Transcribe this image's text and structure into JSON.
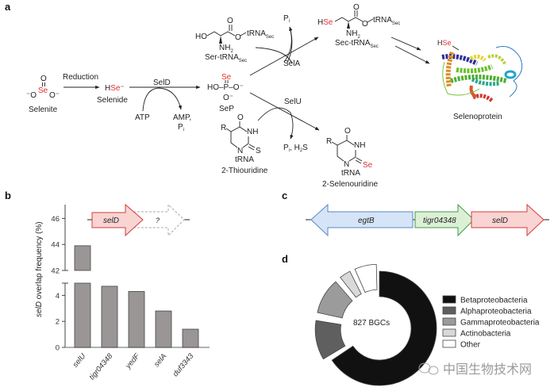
{
  "panels": {
    "a": "a",
    "b": "b",
    "c": "c",
    "d": "d"
  },
  "pathway": {
    "selenite": {
      "O_top": "O",
      "Se": "Se",
      "O_left": "⁻O",
      "O_right": "O⁻",
      "name": "Selenite"
    },
    "reduction": "Reduction",
    "selenide": {
      "H": "H",
      "Se": "Se",
      "charge": "⁻",
      "name": "Selenide"
    },
    "seld": "SelD",
    "atp": "ATP",
    "amp": "AMP,",
    "pi": "P",
    "pi_sub": "i",
    "sep": {
      "Se": "Se",
      "main": "HO–P–O⁻",
      "O_bottom": "O⁻",
      "name": "SeP"
    },
    "ser_trna": {
      "HO": "HO",
      "O": "O",
      "ester": "O",
      "trna": "tRNA",
      "sub": "Sec",
      "nh2": "NH",
      "nh2_sub": "2",
      "name": "Ser-tRNA",
      "name_sub": "Sec"
    },
    "sela": "SelA",
    "sela_pi": "P",
    "sela_pi_sub": "i",
    "sec_trna": {
      "H": "H",
      "Se": "Se",
      "O": "O",
      "ester": "O",
      "trna": "tRNA",
      "sub": "Sec",
      "nh2": "NH",
      "nh2_sub": "2",
      "name": "Sec-tRNA",
      "name_sub": "Sec"
    },
    "selu": "SelU",
    "selu_products": "P",
    "selu_products_sub": "i",
    "selu_products_rest": ", H",
    "selu_h2s_sub": "2",
    "selu_h2s_end": "S",
    "thiouridine": {
      "O": "O",
      "R": "R",
      "NH": "NH",
      "N": "N",
      "S": "S",
      "trna": "tRNA",
      "name": "2-Thiouridine"
    },
    "selenouridine": {
      "O": "O",
      "R": "R",
      "NH": "NH",
      "N": "N",
      "Se": "Se",
      "trna": "tRNA",
      "name": "2-Selenouridine"
    },
    "protein": {
      "H": "H",
      "Se": "Se",
      "name": "Selenoprotein"
    }
  },
  "gene_b": {
    "seld": "selD",
    "unknown": "?"
  },
  "chart_data": [
    {
      "type": "bar",
      "ylabel_italic": "selD",
      "ylabel_rest": " overlap frequency (%)",
      "categories": [
        "selU",
        "tigr04348",
        "yedF",
        "selA",
        "duf3343"
      ],
      "values": [
        43.9,
        4.7,
        4.3,
        2.8,
        1.4
      ],
      "axis_break": true,
      "ylim_lower": [
        0,
        5
      ],
      "ylim_upper": [
        42,
        47
      ],
      "yticks_lower": [
        "0",
        "2",
        "4"
      ],
      "yticks_upper": [
        "42",
        "44",
        "46"
      ],
      "bar_color": "#9a9696",
      "grid": false
    },
    {
      "type": "pie",
      "style": "donut",
      "center_label": "827 BGCs",
      "categories": [
        "Betaproteobacteria",
        "Alphaproteobacteria",
        "Gammaproteobacteria",
        "Actinobacteria",
        "Other"
      ],
      "values": [
        66,
        12,
        11,
        4,
        7
      ],
      "colors": [
        "#111111",
        "#5f5f5f",
        "#9b9b9b",
        "#d9d9d9",
        "#ffffff"
      ],
      "legend": "right"
    }
  ],
  "gene_c": [
    {
      "label": "egtB",
      "direction": "left",
      "color": "#d5e4f7",
      "stroke": "#5b86c7"
    },
    {
      "label": "tigr04348",
      "direction": "right",
      "color": "#dcf0d6",
      "stroke": "#3e9c46"
    },
    {
      "label": "selD",
      "direction": "right",
      "color": "#f9d4d3",
      "stroke": "#d33c3a"
    }
  ],
  "watermark": "中国生物技术网"
}
